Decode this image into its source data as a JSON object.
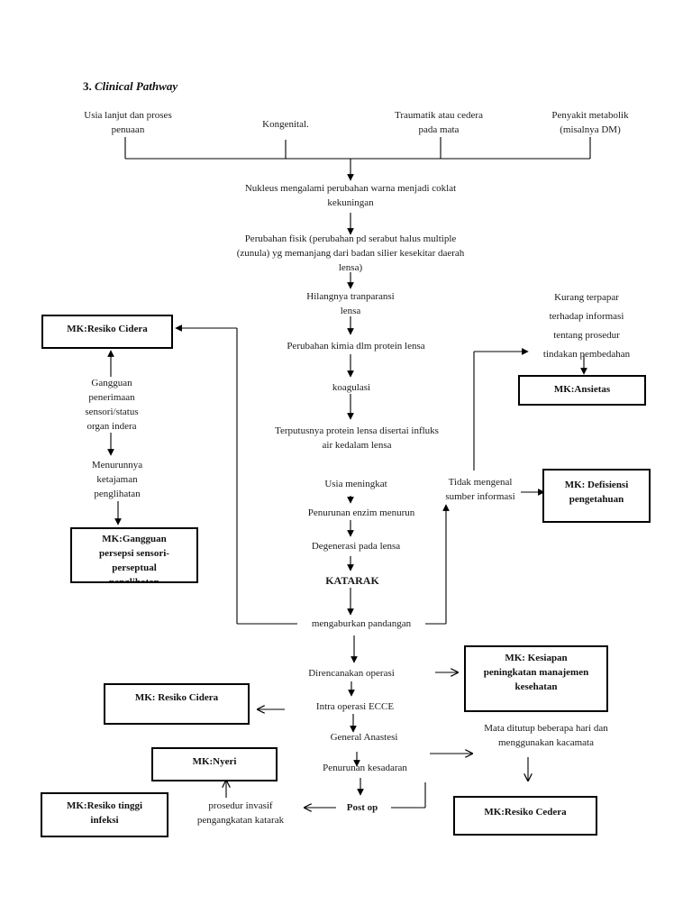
{
  "title": {
    "number": "3.",
    "text": "Clinical Pathway"
  },
  "causes": [
    "Usia lanjut dan proses\npenuaan",
    "Kongenital.",
    "Traumatik atau cedera\npada mata",
    "Penyakit metabolik\n(misalnya DM)"
  ],
  "steps": {
    "nukleus": "Nukleus  mengalami perubahan warna menjadi coklat\nkekuningan",
    "perubahan_fisik": "Perubahan fisik (perubahan pd serabut halus multiple\n(zunula) yg memanjang dari badan silier kesekitar daerah\nlensa)",
    "hilangnya": "Hilangnya tranparansi\nlensa",
    "kimia": "Perubahan kimia dlm protein lensa",
    "koagulasi": "koagulasi",
    "terputusnya": "Terputusnya protein lensa disertai influks\nair kedalam lensa",
    "usia": "Usia meningkat",
    "enzim": "Penurunan enzim menurun",
    "degenerasi": "Degenerasi pada lensa",
    "katarak": "KATARAK",
    "mengaburkan": "mengaburkan pandangan",
    "direncanakan": "Direncanakan operasi",
    "intra": "Intra operasi ECCE",
    "anastesi": "General Anastesi",
    "kesadaran": "Penurunan kesadaran",
    "postop": "Post op",
    "invasif": "prosedur invasif\npengangkatan katarak"
  },
  "left_chain": {
    "gangguan": "Gangguan\npenerimaan\nsensori/status\norgan indera",
    "ketajaman": "Menurunnya\nketajaman\npenglihatan"
  },
  "right_chain": {
    "kurang": "Kurang terpapar\nterhadap informasi\ntentang prosedur\ntindakan pembedahan",
    "tidak_mengenal": "Tidak mengenal\nsumber informasi",
    "mata_ditutup": "Mata ditutup beberapa hari dan\nmenggunakan kacamata"
  },
  "boxes": {
    "resiko_cidera_top": "MK:Resiko Cidera",
    "gangguan_persepsi": "MK:Gangguan\npersepsi sensori-\nperseptual\npenglihatan",
    "ansietas": "MK:Ansietas",
    "defisiensi": "MK: Defisiensi\npengetahuan",
    "kesiapan": "MK: Kesiapan\npeningkatan manajemen\nkesehatan",
    "resiko_cidera_mid": "MK: Resiko Cidera",
    "nyeri": "MK:Nyeri",
    "resiko_infeksi": "MK:Resiko tinggi\ninfeksi",
    "resiko_cedera": "MK:Resiko Cedera"
  },
  "colors": {
    "line": "#000000",
    "text": "#1a1a1a"
  }
}
